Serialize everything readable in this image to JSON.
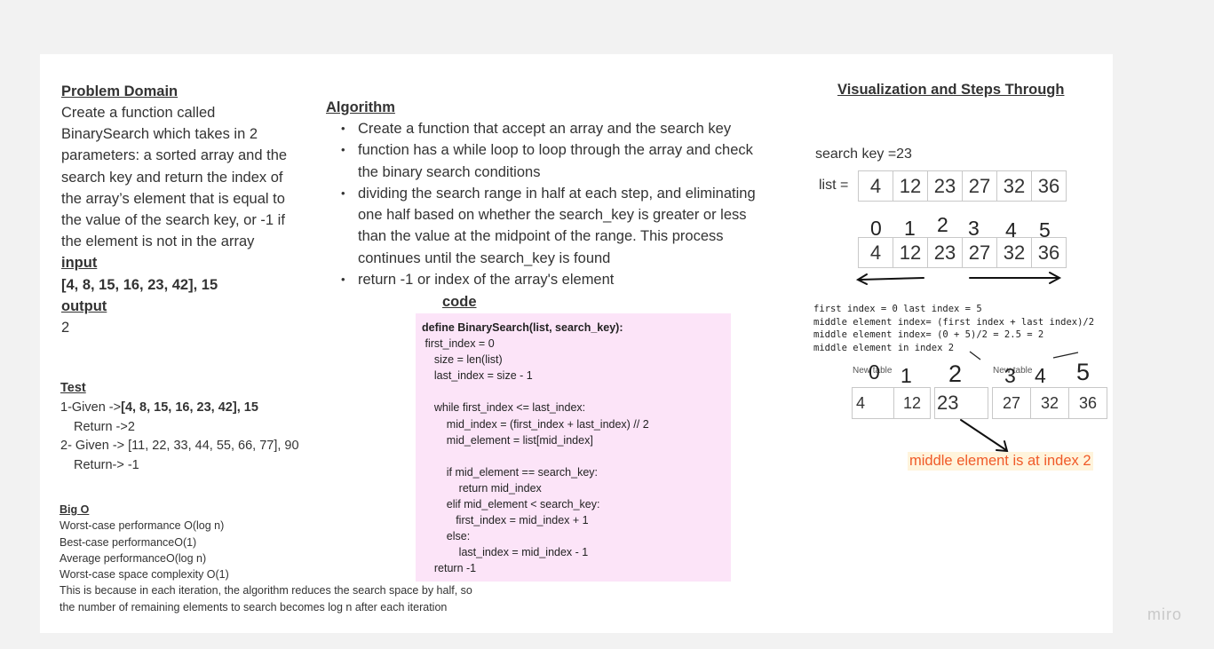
{
  "problem": {
    "heading": "Problem Domain",
    "lines": [
      "Create a  function called",
      "BinarySearch which takes in 2",
      "parameters: a sorted array and the",
      "search key and return the index of",
      "the array’s element that is equal to",
      "the value of the search key, or -1 if",
      "the element is not in the array"
    ],
    "input_label": "input",
    "input_value": "[4, 8, 15, 16, 23, 42], 15",
    "output_label": "output",
    "output_value": "2"
  },
  "test": {
    "heading": "Test",
    "line1_prefix": "1-Given ->",
    "line1_value": "[4, 8, 15, 16, 23, 42], 15",
    "line2": "Return ->2",
    "line3": "2- Given -> [11, 22, 33, 44, 55, 66, 77], 90",
    "line4": "Return-> -1"
  },
  "bigo": {
    "heading": "Big O",
    "lines": [
      "Worst-case performance  O(log n)",
      "Best-case performanceO(1)",
      "Average performanceO(log n)",
      "Worst-case space complexity O(1)",
      "This is because in each iteration, the algorithm reduces the search space by half, so",
      "the number of remaining elements to search becomes log n after each iteration"
    ]
  },
  "algorithm": {
    "heading": "Algorithm",
    "items": [
      [
        "Create a function that accept an array and the search key"
      ],
      [
        "function has a while loop to loop through the array and check",
        "the binary search conditions"
      ],
      [
        "dividing the search range in half at each step, and eliminating",
        "one half based on whether the search_key is greater or less",
        "than the value at the midpoint of the range. This process",
        "continues until the search_key is found"
      ],
      [
        "return -1 or index of the array's element"
      ]
    ]
  },
  "code": {
    "heading": "code",
    "first_line": "define BinarySearch(list, search_key):",
    "body": " first_index = 0\n    size = len(list)\n    last_index = size - 1\n\n    while first_index <= last_index:\n        mid_index = (first_index + last_index) // 2\n        mid_element = list[mid_index]\n\n        if mid_element == search_key:\n            return mid_index\n        elif mid_element < search_key:\n           first_index = mid_index + 1\n        else:\n            last_index = mid_index - 1\n    return -1"
  },
  "viz": {
    "heading": "Visualization and Steps Through",
    "search_key": "search key =23",
    "list_label": "list =",
    "list": [
      "4",
      "12",
      "23",
      "27",
      "32",
      "36"
    ],
    "indices": [
      "0",
      "1",
      "2",
      "3",
      "4",
      "5"
    ],
    "notes": "first index = 0 last index = 5\nmiddle element index= (first index + last index)/2\nmiddle element index= (0 + 5)/2 = 2.5 = 2\nmiddle element in index 2",
    "new_table_1": "New table",
    "new_table_2": "New table",
    "left_table": [
      "4",
      "12"
    ],
    "mid_table": [
      "23"
    ],
    "right_table": [
      "27",
      "32",
      "36"
    ],
    "left_indices": [
      "0",
      "1"
    ],
    "mid_index": "2",
    "right_indices": [
      "3",
      "4",
      "5"
    ],
    "result": "middle element is at index 2",
    "result_bg": "#fff4dc",
    "result_color": "#f05a28"
  },
  "brand": "miro"
}
